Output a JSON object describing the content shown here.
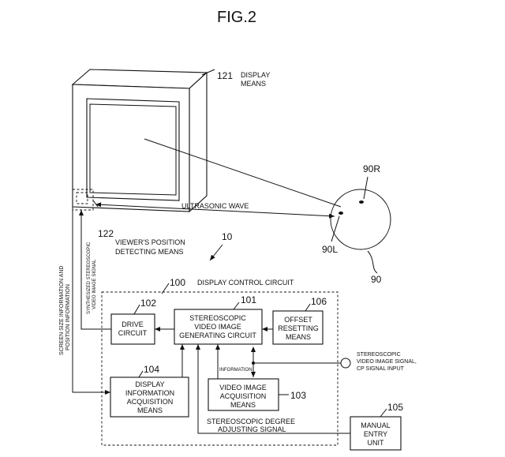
{
  "figure": {
    "title": "FIG.2",
    "display": {
      "ref": "121",
      "line1": "DISPLAY",
      "line2": "MEANS"
    },
    "detector": {
      "ref": "122",
      "line1": "VIEWER'S POSITION",
      "line2": "DETECTING MEANS"
    },
    "ultrasonic": "ULTRASONIC WAVE",
    "system_ref": "10",
    "viewer": {
      "ref": "90",
      "right_eye": "90R",
      "left_eye": "90L"
    },
    "left_vertical": {
      "line1": "SCREEN SIZE INFORMATION AND",
      "line2": "POSITION INFORMATION"
    },
    "synth_vertical": {
      "line1": "SYNTHESIZED STEREOSCOPIC",
      "line2": "VIDEO IMAGE SIGNAL"
    },
    "control": {
      "ref": "100",
      "label": "DISPLAY CONTROL CIRCUIT"
    },
    "drive": {
      "ref": "102",
      "line1": "DRIVE",
      "line2": "CIRCUIT"
    },
    "generator": {
      "ref": "101",
      "line1": "STEREOSCOPIC",
      "line2": "VIDEO IMAGE",
      "line3": "GENERATING CIRCUIT"
    },
    "offset": {
      "ref": "106",
      "line1": "OFFSET",
      "line2": "RESETTING",
      "line3": "MEANS"
    },
    "display_info": {
      "ref": "104",
      "line1": "DISPLAY",
      "line2": "INFORMATION",
      "line3": "ACQUISITION",
      "line4": "MEANS"
    },
    "video_acq": {
      "ref": "103",
      "line1": "VIDEO IMAGE",
      "line2": "ACQUISITION",
      "line3": "MEANS"
    },
    "information": "INFORMATION",
    "input_signal": {
      "line1": "STEREOSCOPIC",
      "line2": "VIDEO IMAGE SIGNAL,",
      "line3": "CP SIGNAL INPUT"
    },
    "degree": {
      "line1": "STEREOSCOPIC DEGREE",
      "line2": "ADJUSTING SIGNAL"
    },
    "manual": {
      "ref": "105",
      "line1": "MANUAL",
      "line2": "ENTRY",
      "line3": "UNIT"
    }
  }
}
